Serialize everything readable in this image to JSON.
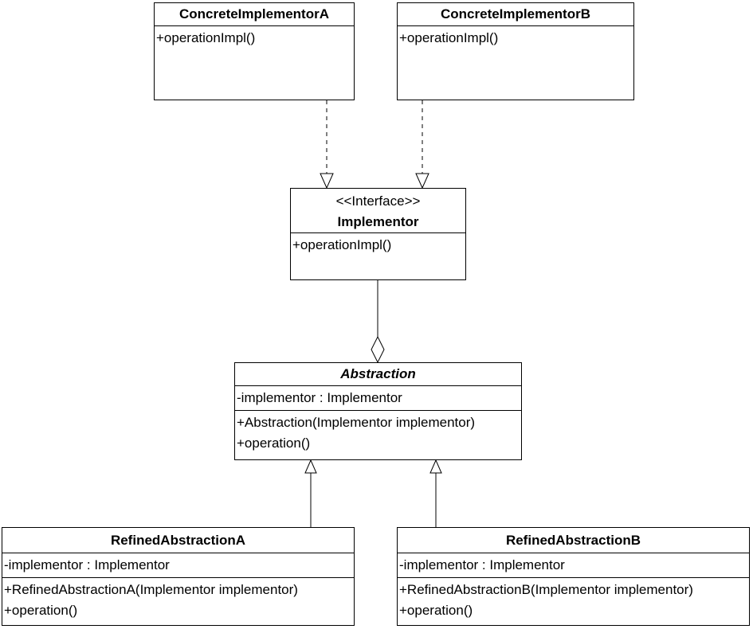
{
  "diagram": {
    "concrete_a": {
      "name": "ConcreteImplementorA",
      "operations": [
        "+operationImpl()"
      ]
    },
    "concrete_b": {
      "name": "ConcreteImplementorB",
      "operations": [
        "+operationImpl()"
      ]
    },
    "implementor": {
      "stereotype": "<<Interface>>",
      "name": "Implementor",
      "operations": [
        "+operationImpl()"
      ]
    },
    "abstraction": {
      "name": "Abstraction",
      "attributes": [
        "-implementor : Implementor"
      ],
      "operations": [
        "+Abstraction(Implementor implementor)",
        "+operation()"
      ]
    },
    "refined_a": {
      "name": "RefinedAbstractionA",
      "attributes": [
        "-implementor : Implementor"
      ],
      "operations": [
        "+RefinedAbstractionA(Implementor implementor)",
        "+operation()"
      ]
    },
    "refined_b": {
      "name": "RefinedAbstractionB",
      "attributes": [
        "-implementor : Implementor"
      ],
      "operations": [
        "+RefinedAbstractionB(Implementor implementor)",
        "+operation()"
      ]
    }
  },
  "colors": {
    "line": "#000000",
    "fill": "#ffffff"
  }
}
